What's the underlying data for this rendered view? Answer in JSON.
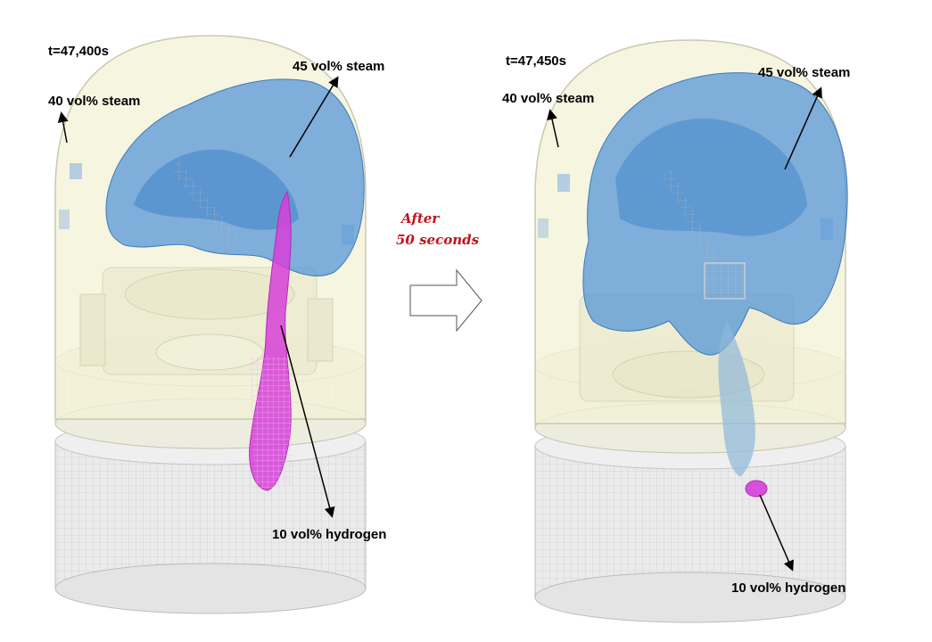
{
  "left_panel": {
    "time": "t=47,400s",
    "label_steam_40": "40 vol% steam",
    "label_steam_45": "45 vol% steam",
    "label_hydrogen": "10 vol% hydrogen"
  },
  "right_panel": {
    "time": "t=47,450s",
    "label_steam_40": "40 vol% steam",
    "label_steam_45": "45 vol% steam",
    "label_hydrogen": "10 vol% hydrogen"
  },
  "transition": {
    "line1": "After",
    "line2": "50 seconds"
  },
  "colors": {
    "steam_cloud": "#4f93d6",
    "hydrogen_plume": "#d63fd8",
    "containment_shell": "#f3f2d6",
    "transition_text": "#c0141a"
  }
}
